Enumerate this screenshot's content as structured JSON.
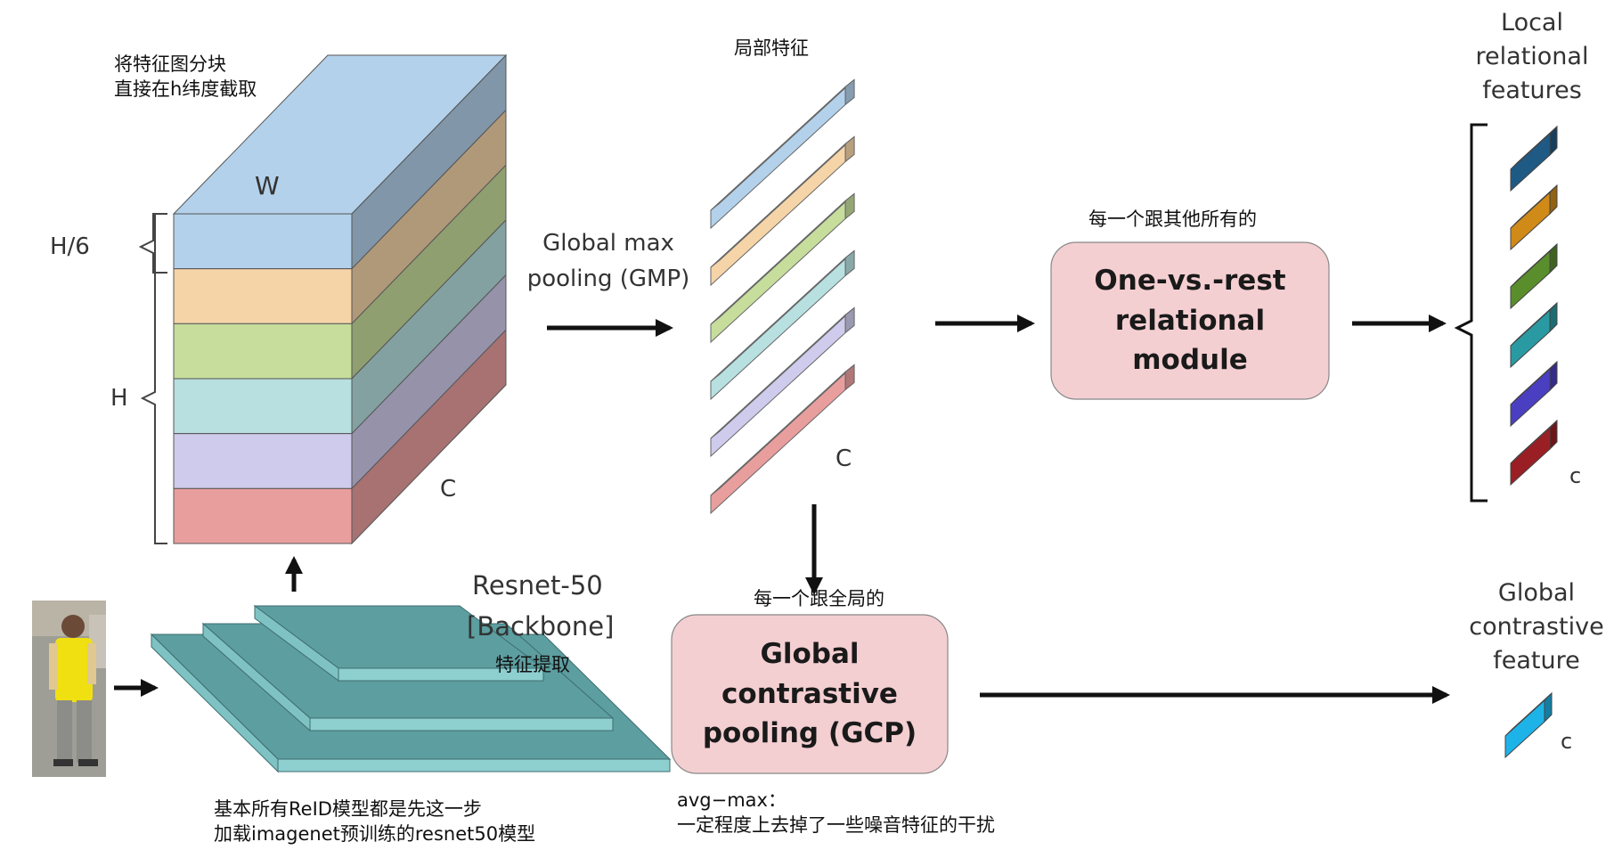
{
  "annotations": {
    "split_note": [
      "将特征图分块",
      "直接在h纬度截取"
    ],
    "local_features_note": "局部特征",
    "one_vs_rest_note": "每一个跟其他所有的",
    "global_note": "每一个跟全局的",
    "backbone_note": "特征提取",
    "pretrain_note": [
      "基本所有ReID模型都是先这一步",
      "加载imagenet预训练的resnet50模型"
    ],
    "avgmax_note": [
      "avg−max：",
      "一定程度上去掉了一些噪音特征的干扰"
    ]
  },
  "labels": {
    "w": "W",
    "h6": "H/6",
    "h": "H",
    "c_feature": "C",
    "c_parts": "C",
    "c_local": "c",
    "c_global": "c",
    "gmp": [
      "Global max",
      "pooling (GMP)"
    ],
    "backbone": [
      "Resnet-50",
      "[Backbone]"
    ],
    "local_output": [
      "Local",
      "relational",
      "features"
    ],
    "global_output": [
      "Global",
      "contrastive",
      "feature"
    ]
  },
  "modules": {
    "one_vs_rest": [
      "One-vs.-rest",
      "relational",
      "module"
    ],
    "gcp": [
      "Global",
      "contrastive",
      "pooling (GCP)"
    ]
  },
  "colors": {
    "stripes": [
      "#b3d1ea",
      "#f5d4a8",
      "#c6dd9c",
      "#b8e0e0",
      "#cfcbec",
      "#e99e9e"
    ],
    "local_cubes": [
      "#1f5a85",
      "#d08a18",
      "#5a8e2c",
      "#2a9aa2",
      "#4a3fc0",
      "#9a1f24"
    ],
    "global_cube": "#1eb3e8",
    "module_fill": "#f4cfd2",
    "backbone_layers": "#5d9ea0"
  }
}
